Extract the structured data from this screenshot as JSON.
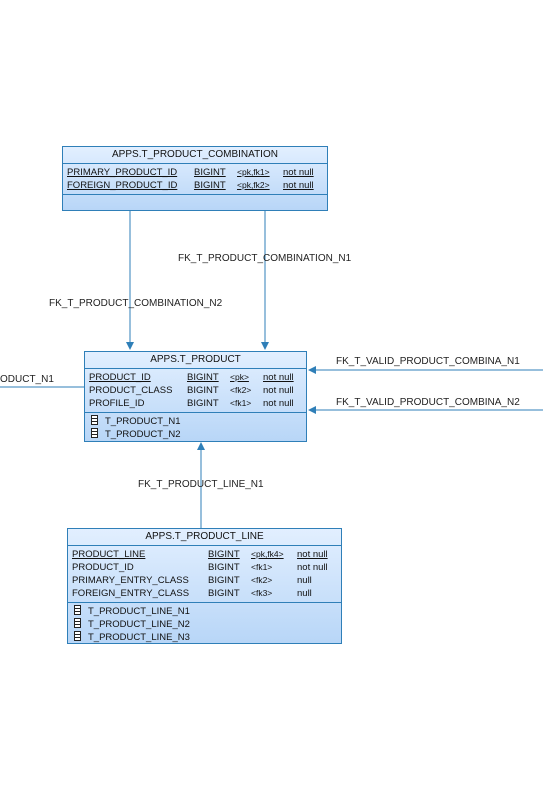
{
  "entities": {
    "combination": {
      "title": "APPS.T_PRODUCT_COMBINATION",
      "columns": [
        {
          "name": "PRIMARY_PRODUCT_ID",
          "type": "BIGINT",
          "keys": "<pk,fk1>",
          "nullability": "not null"
        },
        {
          "name": "FOREIGN_PRODUCT_ID",
          "type": "BIGINT",
          "keys": "<pk,fk2>",
          "nullability": "not null"
        }
      ],
      "indexes": []
    },
    "product": {
      "title": "APPS.T_PRODUCT",
      "columns": [
        {
          "name": "PRODUCT_ID",
          "type": "BIGINT",
          "keys": "<pk>",
          "nullability": "not null"
        },
        {
          "name": "PRODUCT_CLASS",
          "type": "BIGINT",
          "keys": "<fk2>",
          "nullability": "not null"
        },
        {
          "name": "PROFILE_ID",
          "type": "BIGINT",
          "keys": "<fk1>",
          "nullability": "not null"
        }
      ],
      "indexes": [
        "T_PRODUCT_N1",
        "T_PRODUCT_N2"
      ]
    },
    "line": {
      "title": "APPS.T_PRODUCT_LINE",
      "columns": [
        {
          "name": "PRODUCT_LINE",
          "type": "BIGINT",
          "keys": "<pk,fk4>",
          "nullability": "not null"
        },
        {
          "name": "PRODUCT_ID",
          "type": "BIGINT",
          "keys": "<fk1>",
          "nullability": "not null"
        },
        {
          "name": "PRIMARY_ENTRY_CLASS",
          "type": "BIGINT",
          "keys": "<fk2>",
          "nullability": "null"
        },
        {
          "name": "FOREIGN_ENTRY_CLASS",
          "type": "BIGINT",
          "keys": "<fk3>",
          "nullability": "null"
        }
      ],
      "indexes": [
        "T_PRODUCT_LINE_N1",
        "T_PRODUCT_LINE_N2",
        "T_PRODUCT_LINE_N3"
      ]
    }
  },
  "relationships": {
    "comb_n1": "FK_T_PRODUCT_COMBINATION_N1",
    "comb_n2": "FK_T_PRODUCT_COMBINATION_N2",
    "valid_n1": "FK_T_VALID_PRODUCT_COMBINA_N1",
    "valid_n2": "FK_T_VALID_PRODUCT_COMBINA_N2",
    "line_n1": "FK_T_PRODUCT_LINE_N1",
    "left_cut": "ODUCT_N1"
  },
  "colors": {
    "line": "#2f7fb8"
  }
}
